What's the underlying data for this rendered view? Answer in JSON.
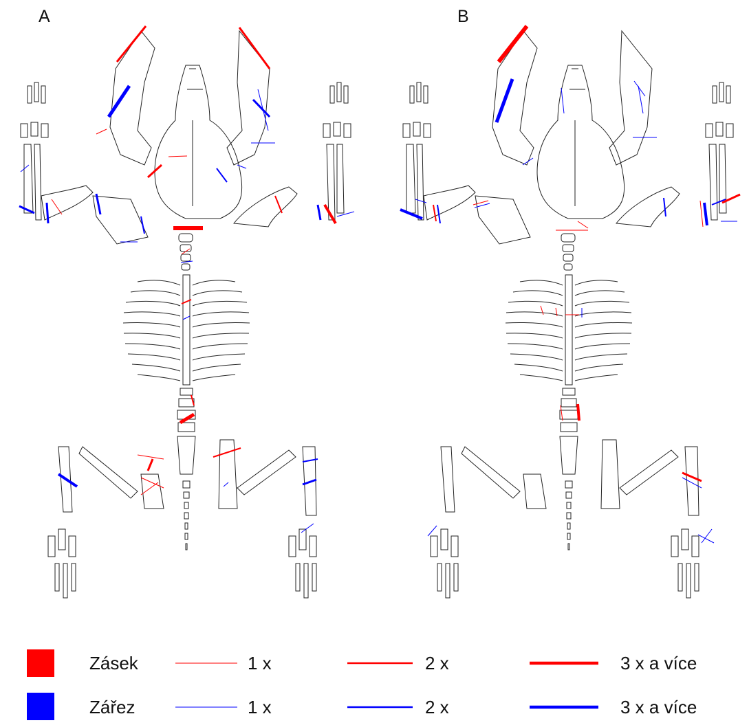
{
  "panels": [
    {
      "id": "A"
    },
    {
      "id": "B"
    }
  ],
  "colors": {
    "zasek": "#ff0000",
    "zarez": "#0000ff",
    "bone": "#222222"
  },
  "legend": {
    "categories": [
      {
        "label": "Zásek",
        "color_key": "zasek"
      },
      {
        "label": "Zářez",
        "color_key": "zarez"
      }
    ],
    "counts": [
      "1 x",
      "2 x",
      "3 x a více"
    ]
  }
}
